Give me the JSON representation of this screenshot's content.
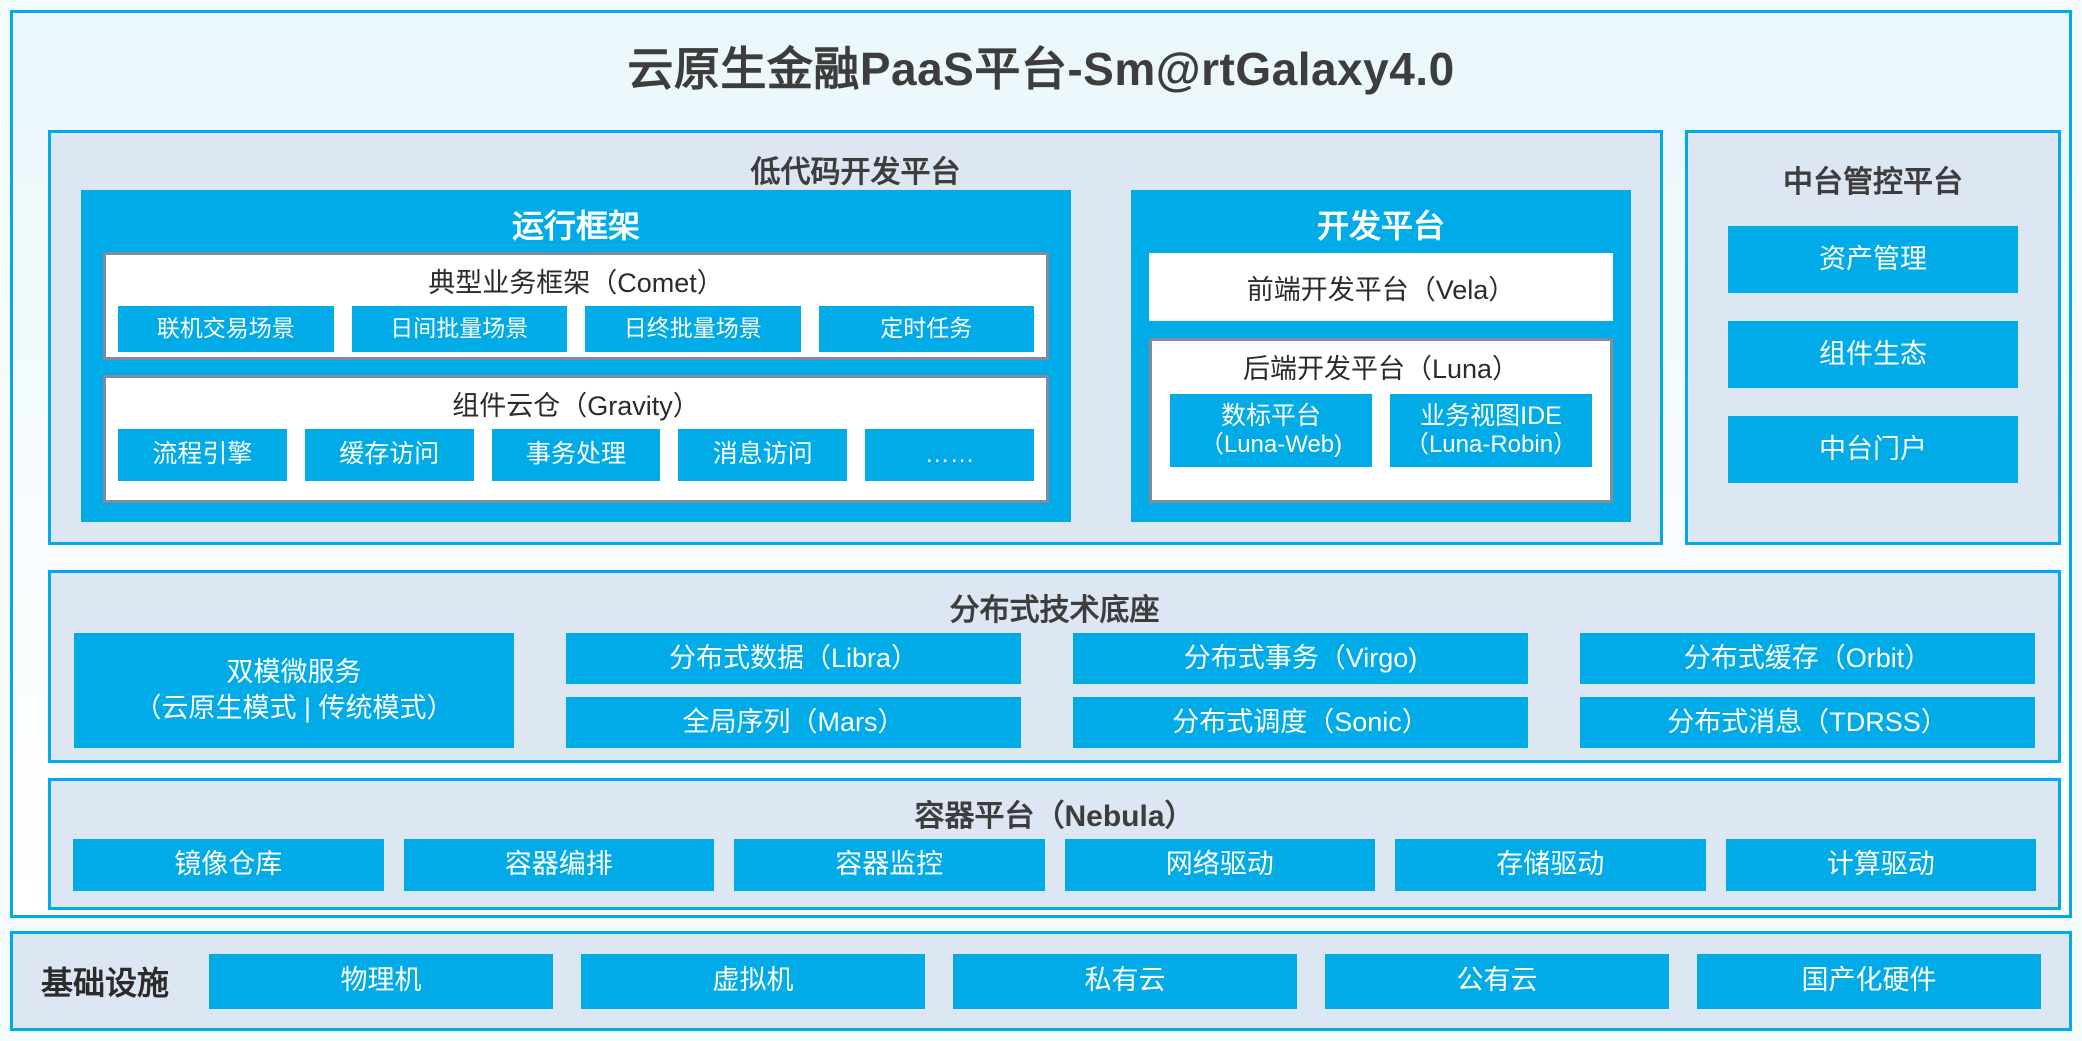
{
  "app": {
    "title": "云原生金融PaaS平台-Sm@rtGalaxy4.0"
  },
  "colors": {
    "accent_blue": "#00ABE8",
    "panel_fill": "#DDE7F3",
    "box_border_gray": "#7F8C9B",
    "canvas": "#F4FBFD"
  },
  "lowcode": {
    "title": "低代码开发平台",
    "runtime": {
      "title": "运行框架",
      "comet": {
        "title": "典型业务框架（Comet）",
        "items": [
          "联机交易场景",
          "日间批量场景",
          "日终批量场景",
          "定时任务"
        ]
      },
      "gravity": {
        "title": "组件云仓（Gravity）",
        "items": [
          "流程引擎",
          "缓存访问",
          "事务处理",
          "消息访问",
          "……"
        ]
      }
    },
    "devplat": {
      "title": "开发平台",
      "frontend": "前端开发平台（Vela）",
      "backend": {
        "title": "后端开发平台（Luna）",
        "items": [
          {
            "name": "数标平台",
            "code": "（Luna-Web)"
          },
          {
            "name": "业务视图IDE",
            "code": "（Luna-Robin）"
          }
        ]
      }
    }
  },
  "midoffice": {
    "title": "中台管控平台",
    "items": [
      "资产管理",
      "组件生态",
      "中台门户"
    ]
  },
  "dtb": {
    "title": "分布式技术底座",
    "wide": {
      "line1": "双模微服务",
      "line2": "（云原生模式 | 传统模式）"
    },
    "columns": [
      [
        "分布式数据（Libra）",
        "全局序列（Mars）"
      ],
      [
        "分布式事务（Virgo)",
        "分布式调度（Sonic）"
      ],
      [
        "分布式缓存（Orbit）",
        "分布式消息（TDRSS）"
      ]
    ]
  },
  "container": {
    "title": "容器平台（Nebula）",
    "items": [
      "镜像仓库",
      "容器编排",
      "容器监控",
      "网络驱动",
      "存储驱动",
      "计算驱动"
    ]
  },
  "infra": {
    "label": "基础设施",
    "items": [
      "物理机",
      "虚拟机",
      "私有云",
      "公有云",
      "国产化硬件"
    ]
  }
}
